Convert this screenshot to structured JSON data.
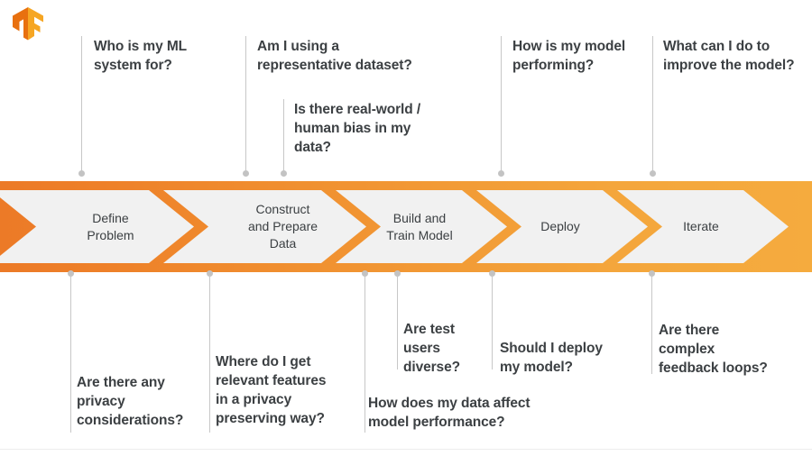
{
  "logo": {
    "name": "tensorflow-logo",
    "color_light": "#F6A623",
    "color_dark": "#E8700F"
  },
  "band": {
    "gradient_start": "#EC7A27",
    "gradient_end": "#F5AB3E",
    "chevron_fill": "#F1F1F1"
  },
  "stages": [
    {
      "id": "define-problem",
      "label": "Define\nProblem"
    },
    {
      "id": "construct-prepare-data",
      "label": "Construct\nand Prepare\nData"
    },
    {
      "id": "build-train-model",
      "label": "Build and\nTrain Model"
    },
    {
      "id": "deploy",
      "label": "Deploy"
    },
    {
      "id": "iterate",
      "label": "Iterate"
    }
  ],
  "questions_above": [
    {
      "id": "who-is-my-ml-system-for",
      "text": "Who is my ML\nsystem for?"
    },
    {
      "id": "representative-dataset",
      "text": "Am I using a\nrepresentative dataset?"
    },
    {
      "id": "real-world-human-bias",
      "text": "Is there real-world /\nhuman bias in my\ndata?"
    },
    {
      "id": "how-is-my-model-performing",
      "text": "How is my model\nperforming?"
    },
    {
      "id": "improve-the-model",
      "text": "What can I do to\nimprove the model?"
    }
  ],
  "questions_below": [
    {
      "id": "privacy-considerations",
      "text": "Are there any\nprivacy\nconsiderations?"
    },
    {
      "id": "relevant-features-privacy",
      "text": "Where do I get\nrelevant features\nin a privacy\npreserving way?"
    },
    {
      "id": "are-test-users-diverse",
      "text": "Are test\nusers\ndiverse?"
    },
    {
      "id": "data-affect-model-performance",
      "text": "How does my data affect\nmodel performance?"
    },
    {
      "id": "should-i-deploy-my-model",
      "text": "Should I deploy\nmy model?"
    },
    {
      "id": "complex-feedback-loops",
      "text": "Are there\ncomplex\nfeedback loops?"
    }
  ]
}
